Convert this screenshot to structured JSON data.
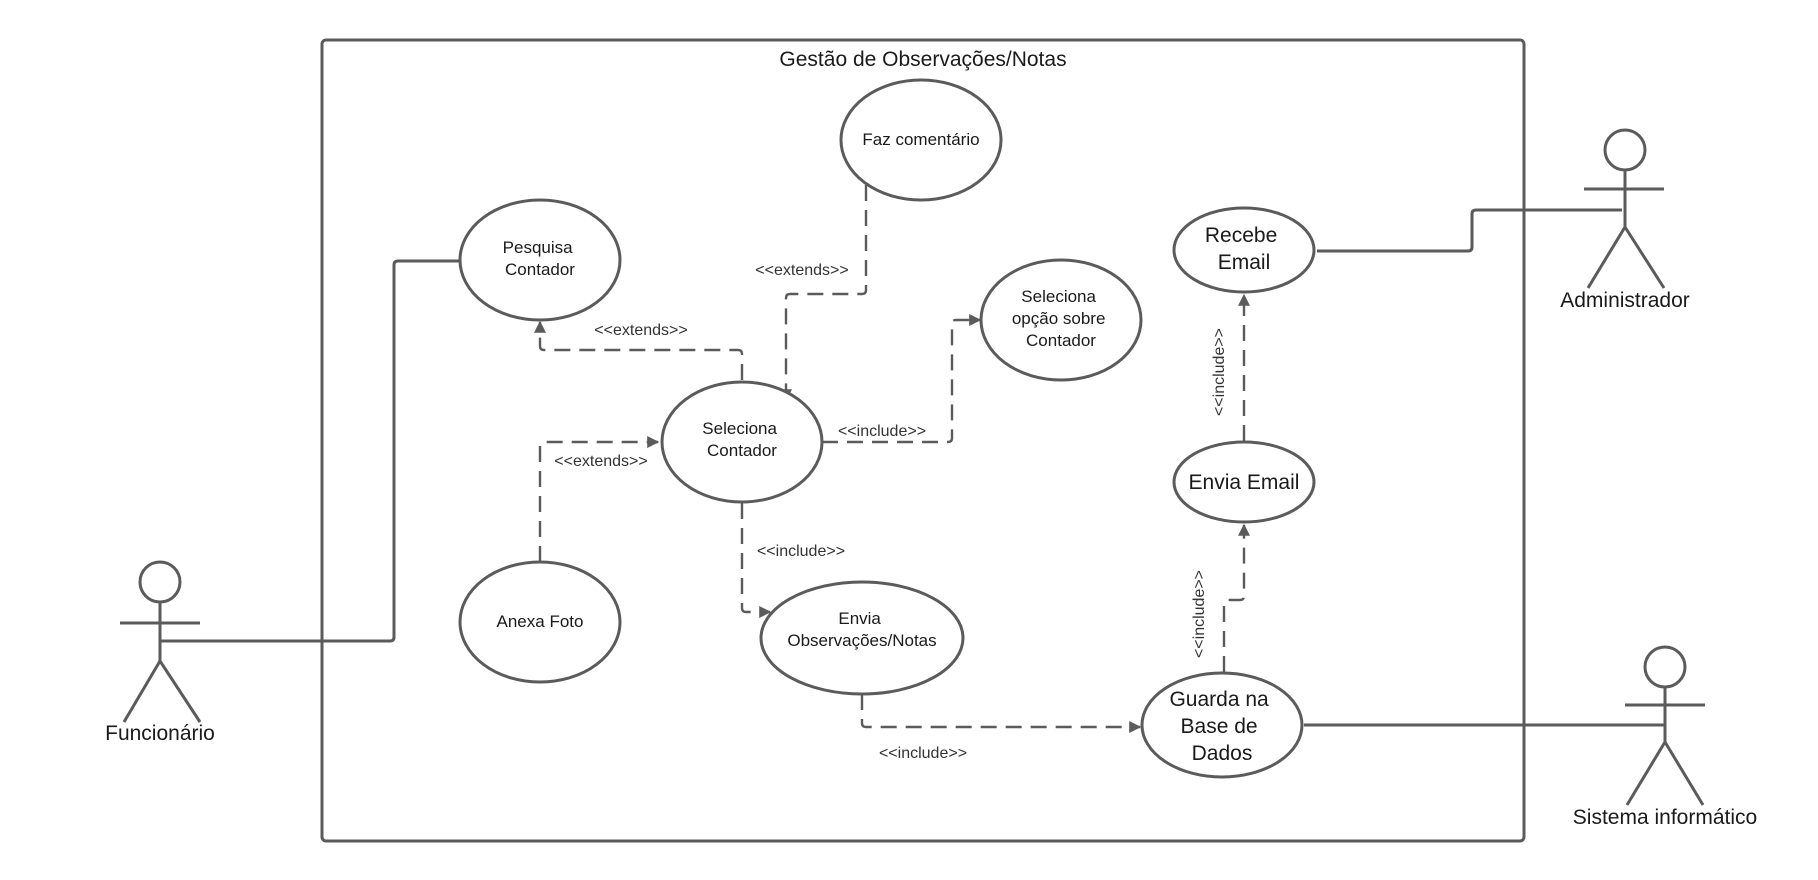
{
  "system": {
    "title": "Gestão de Observações/Notas"
  },
  "actors": {
    "funcionario": "Funcionário",
    "administrador": "Administrador",
    "sistema": "Sistema informático"
  },
  "use_cases": {
    "faz_comentario": [
      "Faz comentário"
    ],
    "pesquisa_contador": [
      "Pesquisa",
      "Contador"
    ],
    "seleciona_opcao": [
      "Seleciona",
      "opção sobre",
      "Contador"
    ],
    "seleciona_contador": [
      "Seleciona",
      "Contador"
    ],
    "anexa_foto": [
      "Anexa Foto"
    ],
    "envia_observacoes": [
      "Envia",
      "Observações/Notas"
    ],
    "recebe_email": [
      "Recebe",
      "Email"
    ],
    "envia_email": [
      "Envia Email"
    ],
    "guarda_dados": [
      "Guarda na",
      "Base de",
      "Dados"
    ]
  },
  "relations": {
    "extends": "<<extends>>",
    "include": "<<include>>"
  },
  "colors": {
    "line": "#5b5b5b",
    "text": "#1a1a1a",
    "background": "#ffffff"
  }
}
